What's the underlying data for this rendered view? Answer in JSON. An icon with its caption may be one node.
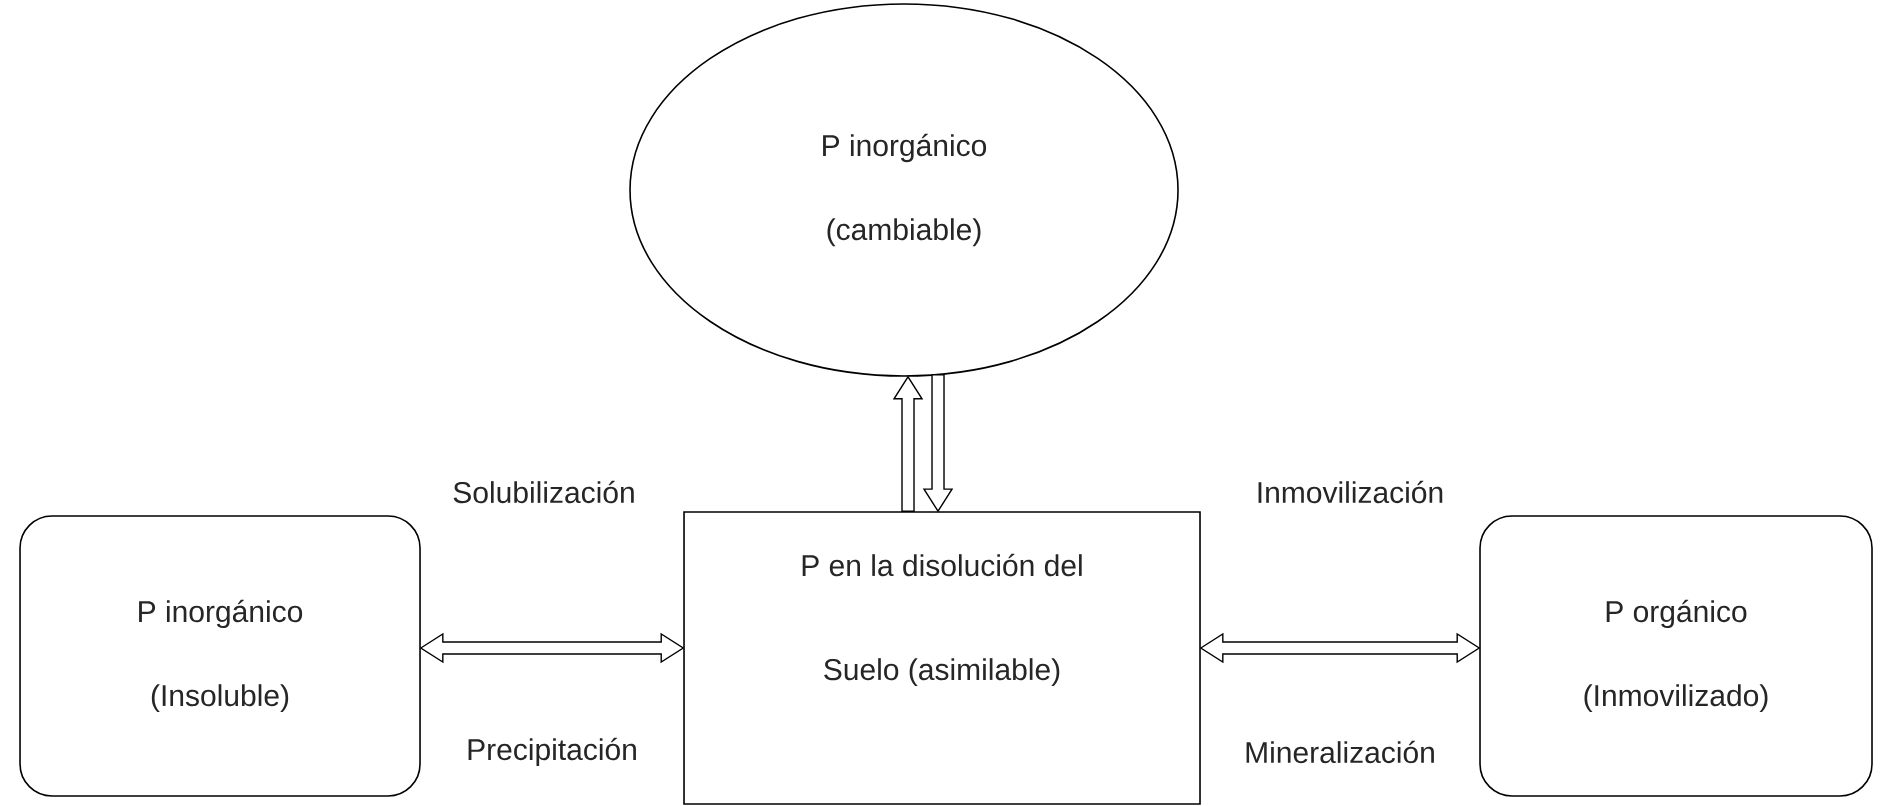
{
  "diagram": {
    "nodes": [
      {
        "text": [
          "P inorgánico",
          "(cambiable)"
        ]
      },
      {
        "text": [
          "P inorgánico",
          "(Insoluble)"
        ]
      },
      {
        "text": [
          "P en la disolución del Suelo (asimilable)"
        ]
      },
      {
        "text": [
          "P orgánico",
          "(Inmovilizado)"
        ]
      }
    ],
    "edges": [
      {
        "from": 2,
        "to": 0,
        "arrow": "to"
      },
      {
        "from": 0,
        "to": 2,
        "arrow": "to"
      },
      {
        "from": 1,
        "to": 2,
        "arrow": "both"
      },
      {
        "from": 2,
        "to": 3,
        "arrow": "both"
      }
    ],
    "labels": [
      "Solubilización",
      "Inmovilización",
      "Precipitación",
      "Mineralización"
    ]
  }
}
